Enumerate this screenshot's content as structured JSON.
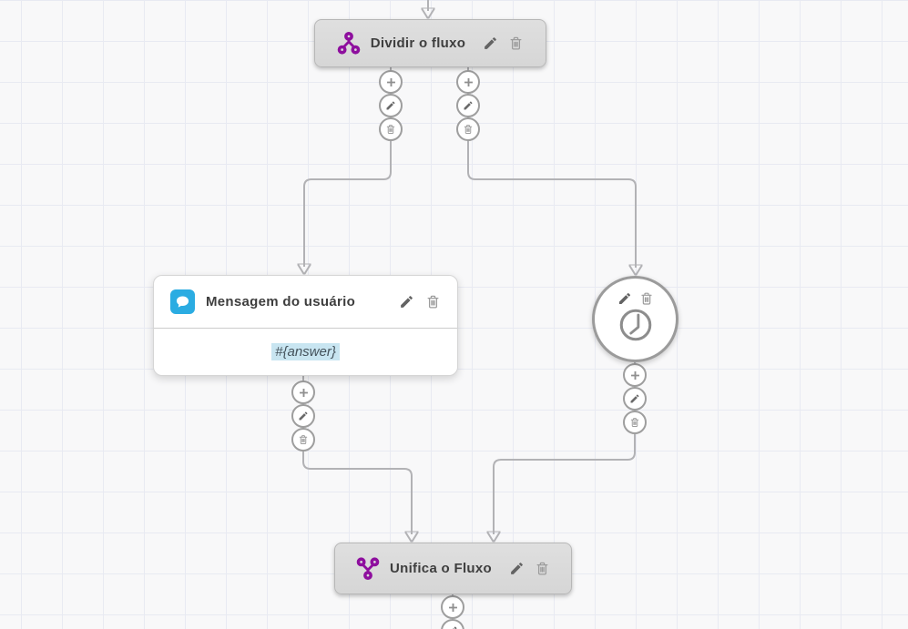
{
  "canvas": {
    "name": "chatbot-flow-builder"
  },
  "nodes": {
    "split": {
      "title": "Dividir o fluxo"
    },
    "message": {
      "title": "Mensagem do usuário",
      "content": "#{answer}"
    },
    "wait": {},
    "merge": {
      "title": "Unifica o Fluxo"
    }
  },
  "icons": {
    "split": "split-branch-icon",
    "message": "chat-bubble-icon",
    "wait": "clock-icon",
    "merge": "merge-branch-icon",
    "edit": "pencil-icon",
    "delete": "trash-icon",
    "add": "plus-icon",
    "arrow": "arrowhead-icon"
  },
  "colors": {
    "accent_purple": "#8E0F9E",
    "accent_blue": "#2BACE2",
    "node_gray": "#DCDCDC",
    "edge_gray": "#B2B2B5",
    "selection_highlight": "#C8E5F1",
    "grid_line": "#E8EAF2",
    "background": "#F8F8F9"
  }
}
